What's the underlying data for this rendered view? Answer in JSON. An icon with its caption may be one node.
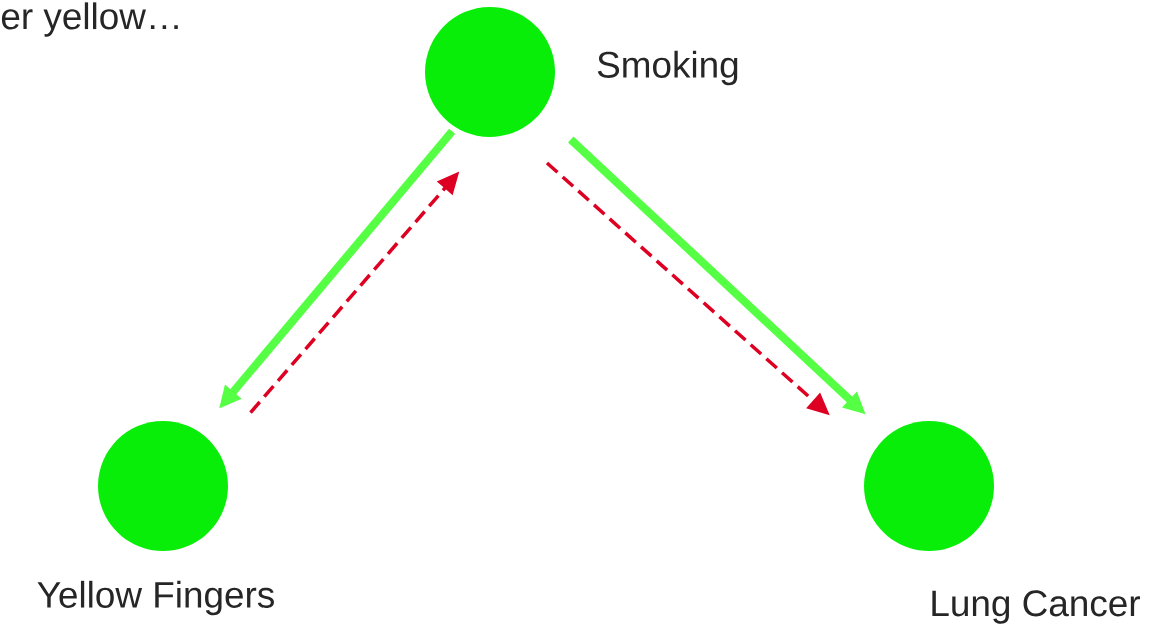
{
  "diagram": {
    "nodes": [
      {
        "text": [
          "Smoking"
        ]
      },
      {
        "text": [
          "Yellow Fingers"
        ]
      },
      {
        "text": [
          "Lung Cancer"
        ]
      }
    ],
    "edges": [
      {
        "from": 0,
        "to": 1,
        "arrow": "to",
        "style": "thick",
        "color": "#55ff44"
      },
      {
        "from": 1,
        "to": 0,
        "arrow": "to",
        "style": "dashed",
        "color": "#dd0022"
      },
      {
        "from": 0,
        "to": 2,
        "arrow": "to",
        "style": "thick",
        "color": "#55ff44"
      },
      {
        "from": 0,
        "to": 2,
        "arrow": "to",
        "style": "dashed",
        "color": "#dd0022"
      }
    ],
    "labels": [
      "er yellow…"
    ]
  }
}
